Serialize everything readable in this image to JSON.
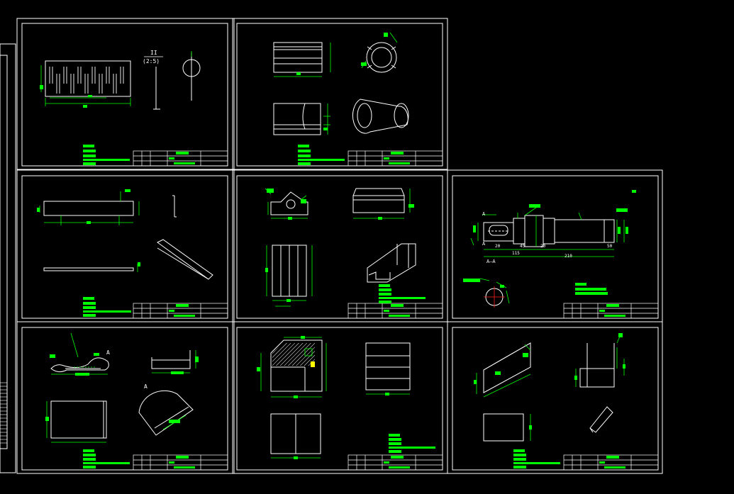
{
  "labels": {
    "detail_ii": "II",
    "detail_scale": "(2:5)",
    "section_a_top": "A",
    "section_a_bottom": "A",
    "section_aa": "A—A",
    "mark_a": "A",
    "mark_a2": "A",
    "dim_20": "20",
    "dim_45": "45",
    "dim_20b": "20",
    "dim_115": "115",
    "dim_210": "210",
    "dim_50": "50"
  },
  "colors": {
    "background": "#000000",
    "geometry": "#ffffff",
    "dimension": "#00ff00",
    "frame": "#ffffff"
  }
}
